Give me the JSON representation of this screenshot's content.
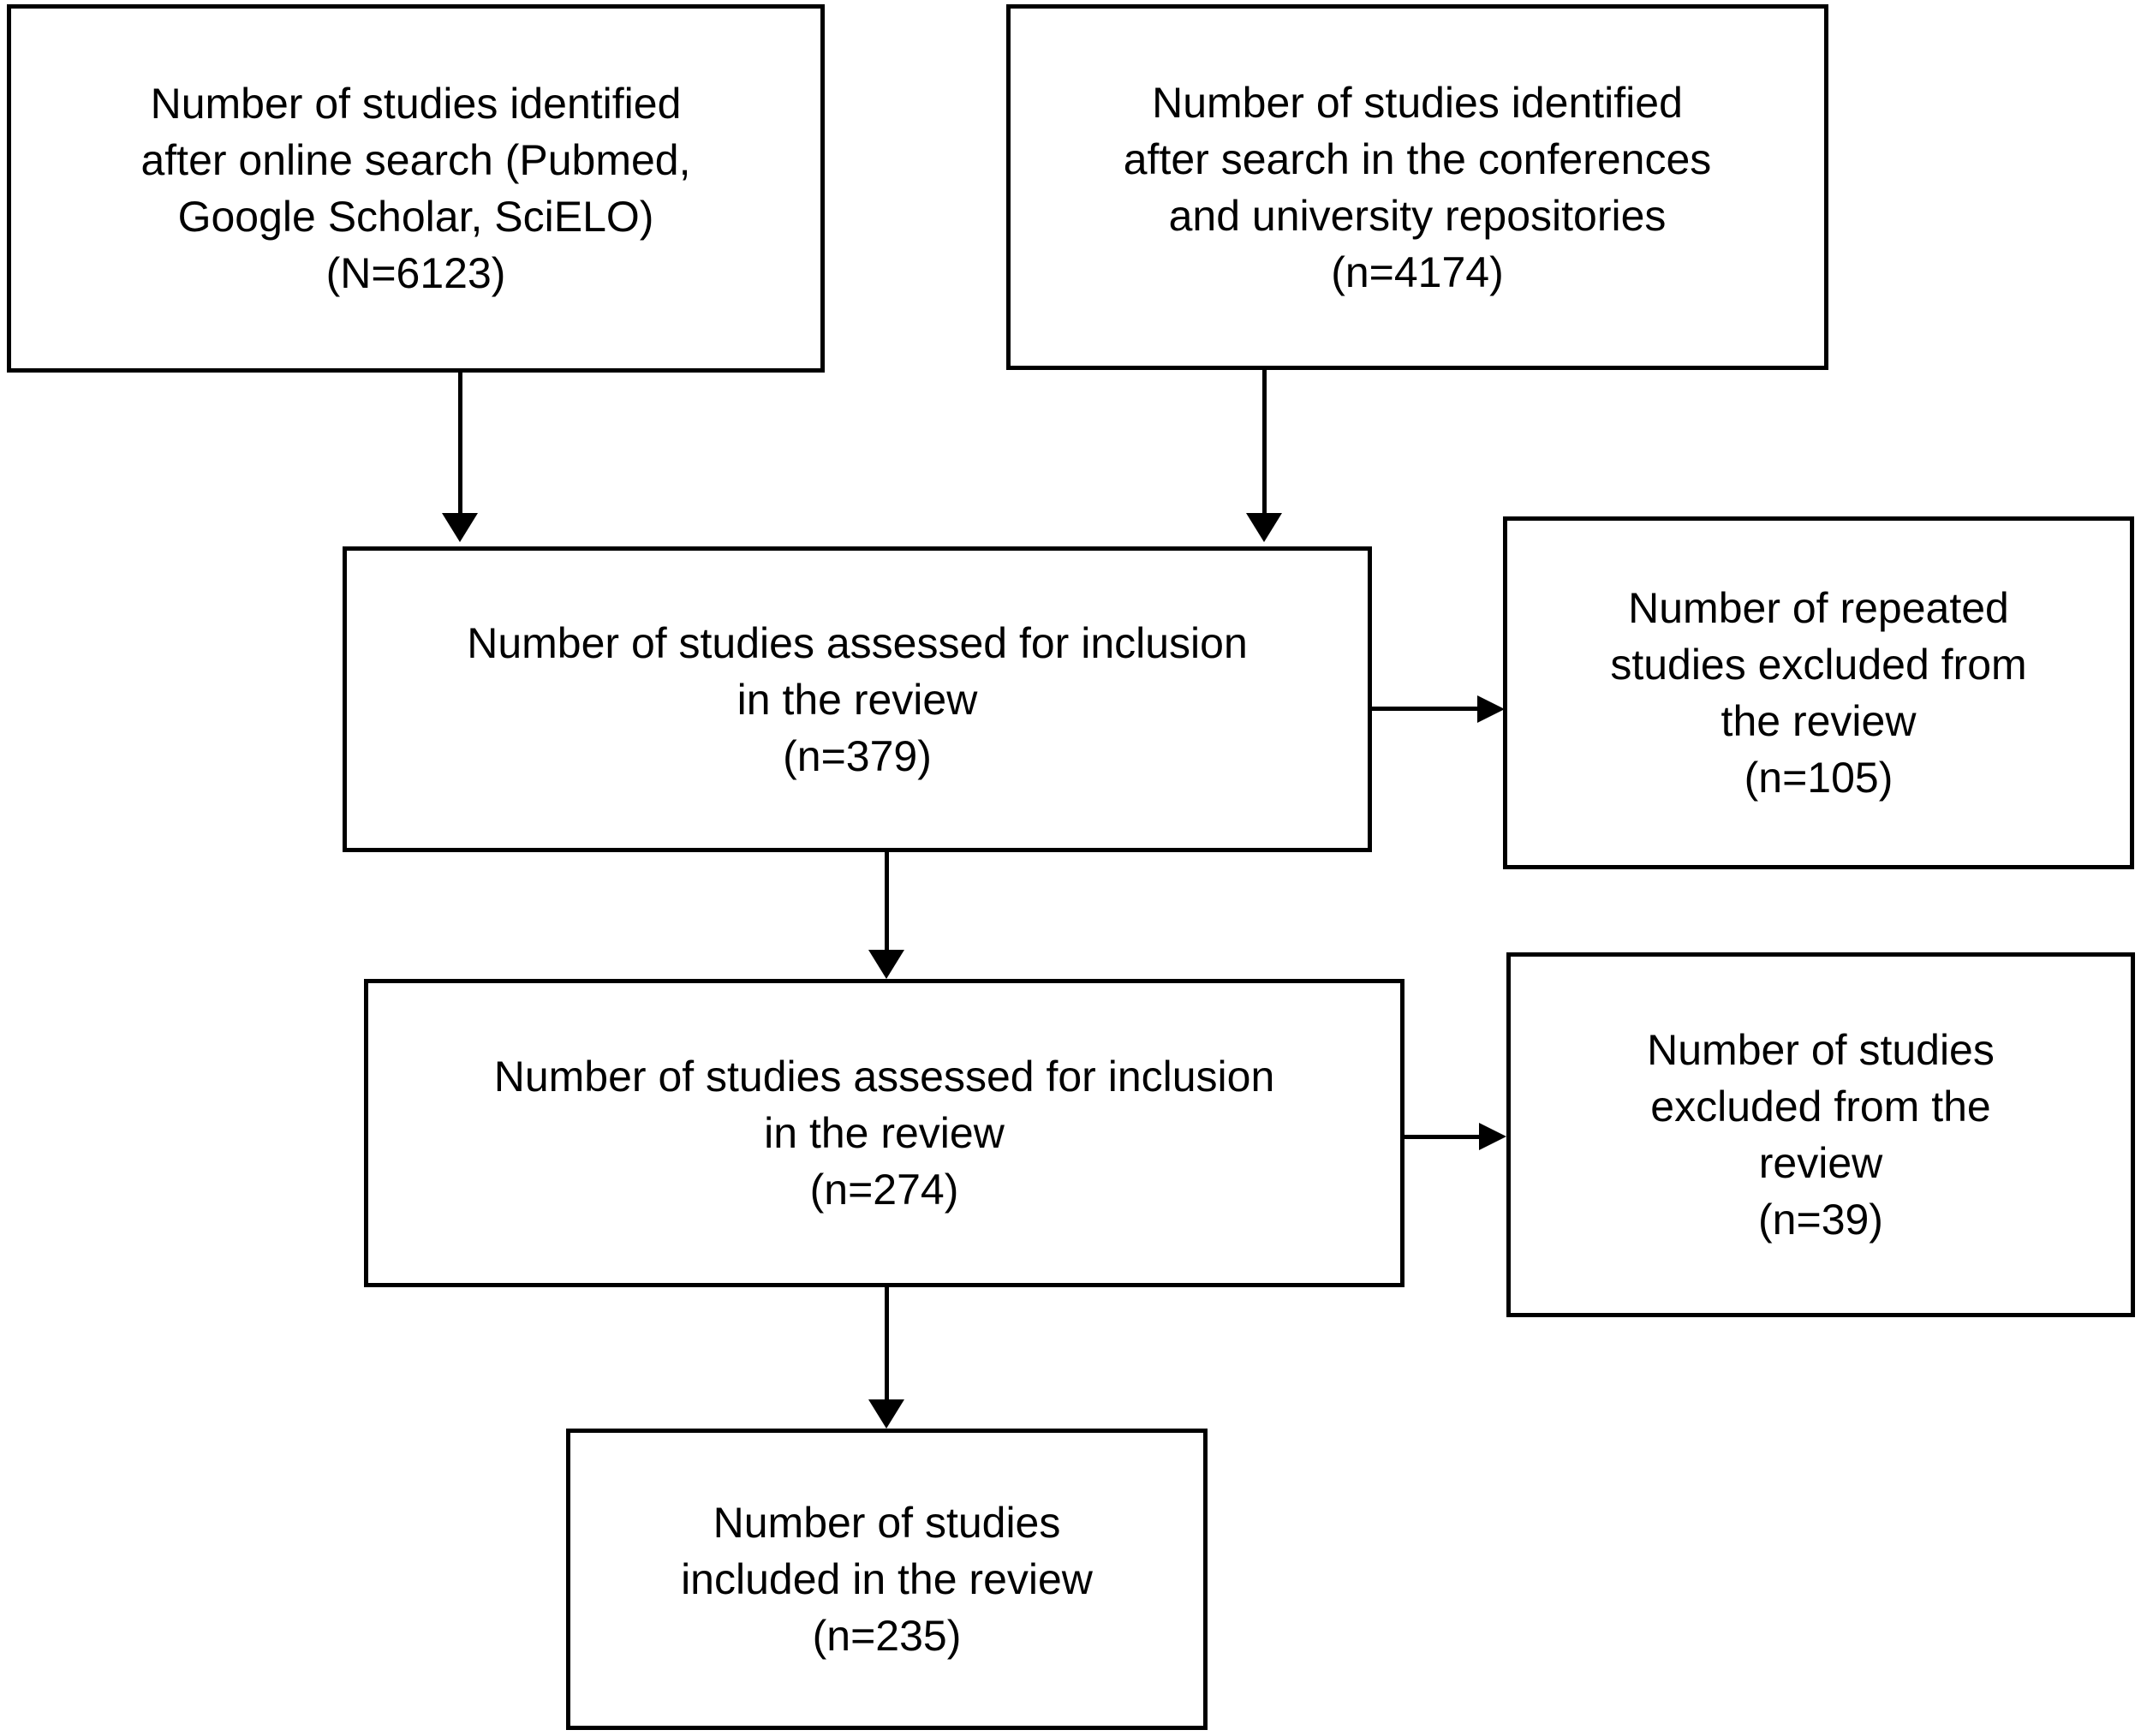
{
  "figure": {
    "type": "flow-diagram",
    "background_color": "#ffffff",
    "box_border_color": "#000000",
    "text_color": "#000000",
    "boxes": {
      "identified_online": "Number of studies identified\nafter online search (Pubmed,\nGoogle Scholar, SciELO)\n(N=6123)",
      "identified_repositories": "Number of studies identified\nafter  search in the conferences\nand university repositories\n(n=4174)",
      "assessed_first": "Number of studies assessed for inclusion\nin the review\n(n=379)",
      "excluded_repeated": "Number of repeated\nstudies excluded from\nthe review\n(n=105)",
      "assessed_second": "Number of studies assessed for inclusion\nin the review\n(n=274)",
      "excluded_review": "Number of studies\nexcluded from the\nreview\n(n=39)",
      "included": "Number of studies\nincluded in the review\n(n=235)"
    },
    "counts": {
      "identified_online": 6123,
      "identified_repositories": 4174,
      "assessed_first": 379,
      "excluded_repeated": 105,
      "assessed_second": 274,
      "excluded_review": 39,
      "included": 235
    },
    "edges": [
      {
        "from": "identified_online",
        "to": "assessed_first"
      },
      {
        "from": "identified_repositories",
        "to": "assessed_first"
      },
      {
        "from": "assessed_first",
        "to": "excluded_repeated"
      },
      {
        "from": "assessed_first",
        "to": "assessed_second"
      },
      {
        "from": "assessed_second",
        "to": "excluded_review"
      },
      {
        "from": "assessed_second",
        "to": "included"
      }
    ]
  }
}
